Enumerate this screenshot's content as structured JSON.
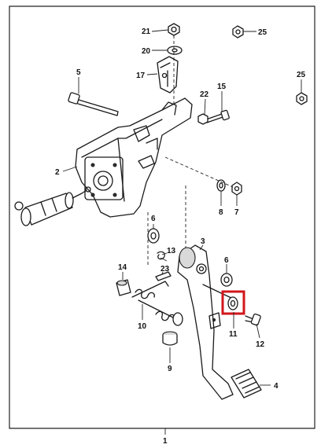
{
  "callouts": {
    "c1": "1",
    "c2": "2",
    "c3": "3",
    "c4": "4",
    "c5": "5",
    "c6a": "6",
    "c6b": "6",
    "c7": "7",
    "c8": "8",
    "c9": "9",
    "c10": "10",
    "c11": "11",
    "c12": "12",
    "c13": "13",
    "c14": "14",
    "c15": "15",
    "c17": "17",
    "c20": "20",
    "c21": "21",
    "c22": "22",
    "c23": "23",
    "c25a": "25",
    "c25b": "25"
  },
  "highlight": {
    "part": "11",
    "color": "#d0161b"
  }
}
